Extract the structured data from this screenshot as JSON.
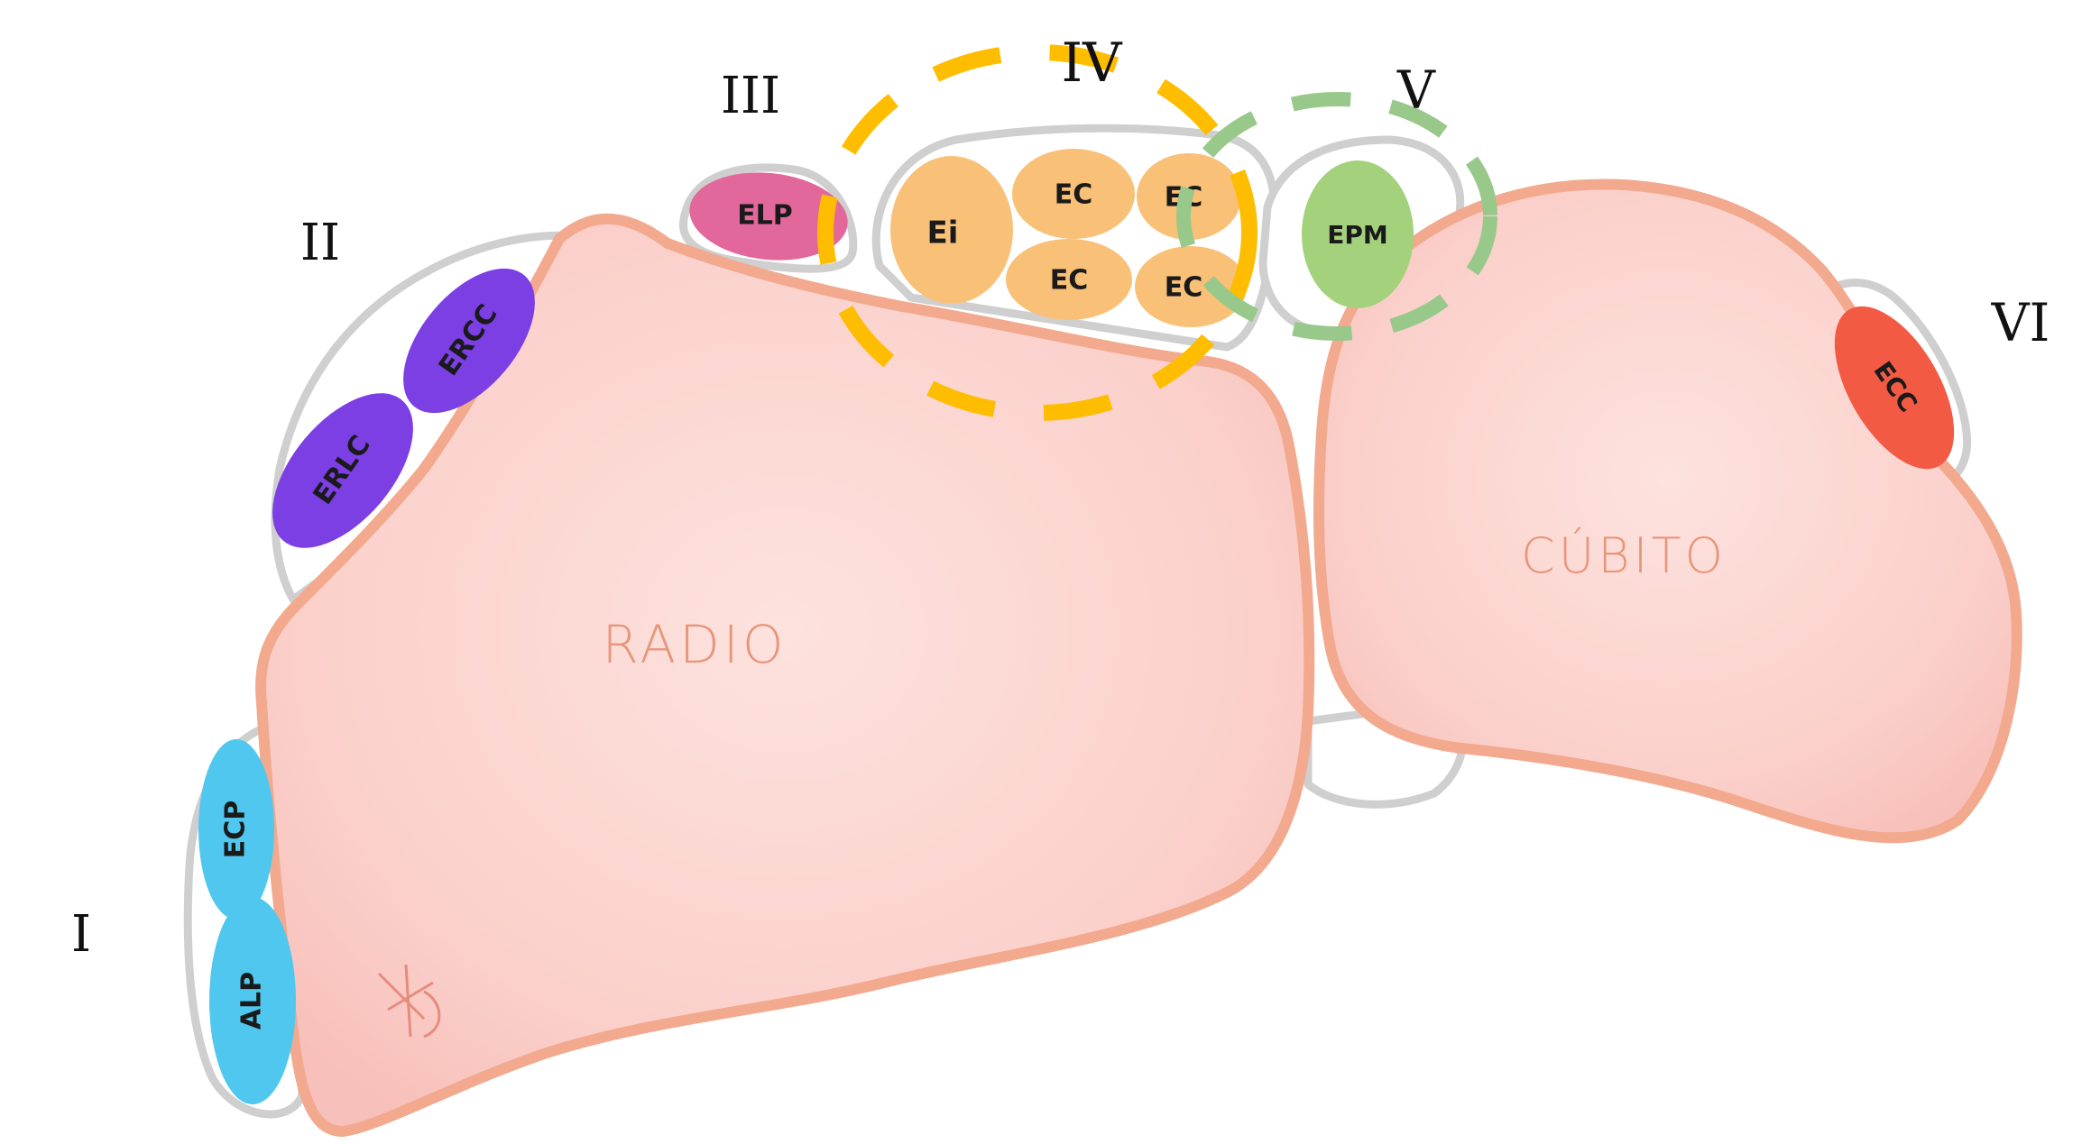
{
  "bones": {
    "radio": "RADIO",
    "cubito": "CÚBITO"
  },
  "compartments": {
    "I": "I",
    "II": "II",
    "III": "III",
    "IV": "IV",
    "V": "V",
    "VI": "VI"
  },
  "tendons": {
    "ecp": "ECP",
    "alp": "ALP",
    "erlc": "ERLC",
    "ercc": "ERCC",
    "elp": "ELP",
    "ei": "Ei",
    "ec1": "EC",
    "ec2": "EC",
    "ec3": "EC",
    "ec4": "EC",
    "epm": "EPM",
    "ecc": "ECC"
  },
  "colors": {
    "bone_fill": "#fbd3cf",
    "bone_outline": "#f2a98e",
    "bone_label": "#e8967a",
    "sheath": "#cfcfcf",
    "compartment_I": "#4fc7ee",
    "compartment_II": "#7b3fe4",
    "compartment_III": "#e2679a",
    "compartment_IV": "#f9c077",
    "compartment_V": "#a4d27c",
    "compartment_VI": "#f25a43",
    "highlight_IV": "#ffbd00",
    "highlight_V": "#98c88a"
  }
}
